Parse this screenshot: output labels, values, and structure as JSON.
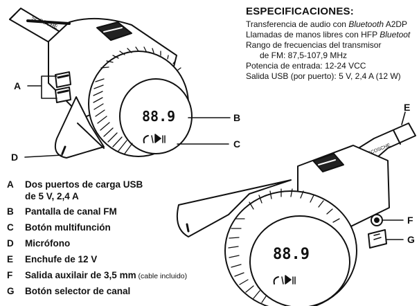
{
  "specs": {
    "title": "ESPECIFICACIONES:",
    "line1_pre": "Transferencia de audio con ",
    "line1_em": "Bluetooth",
    "line1_post": " A2DP",
    "line2_pre": "Llamadas de manos libres con HFP ",
    "line2_em": "Bluetoot",
    "line3": "Rango de frecuencias del transmisor",
    "line4": "de FM: 87,5-107,9 MHz",
    "line5": "Potencia de entrada: 12-24 VCC",
    "line6": "Salida USB (por puerto): 5 V, 2,4 A (12 W)"
  },
  "callouts": {
    "A": "A",
    "B": "B",
    "C": "C",
    "D": "D",
    "E": "E",
    "F": "F",
    "G": "G"
  },
  "display": {
    "freq": "88.9"
  },
  "legend": [
    {
      "key": "A",
      "text": "Dos puertos de carga USB"
    },
    {
      "key": "",
      "text": "de 5 V, 2,4 A"
    },
    {
      "key": "B",
      "text": "Pantalla de canal FM"
    },
    {
      "key": "C",
      "text": "Botón multifunción"
    },
    {
      "key": "D",
      "text": "Micrófono"
    },
    {
      "key": "E",
      "text": "Enchufe de 12 V"
    },
    {
      "key": "F",
      "text": "Salida auxilair de 3,5 mm",
      "note": " (cable incluido)"
    },
    {
      "key": "G",
      "text": "Botón selector de canal"
    }
  ]
}
